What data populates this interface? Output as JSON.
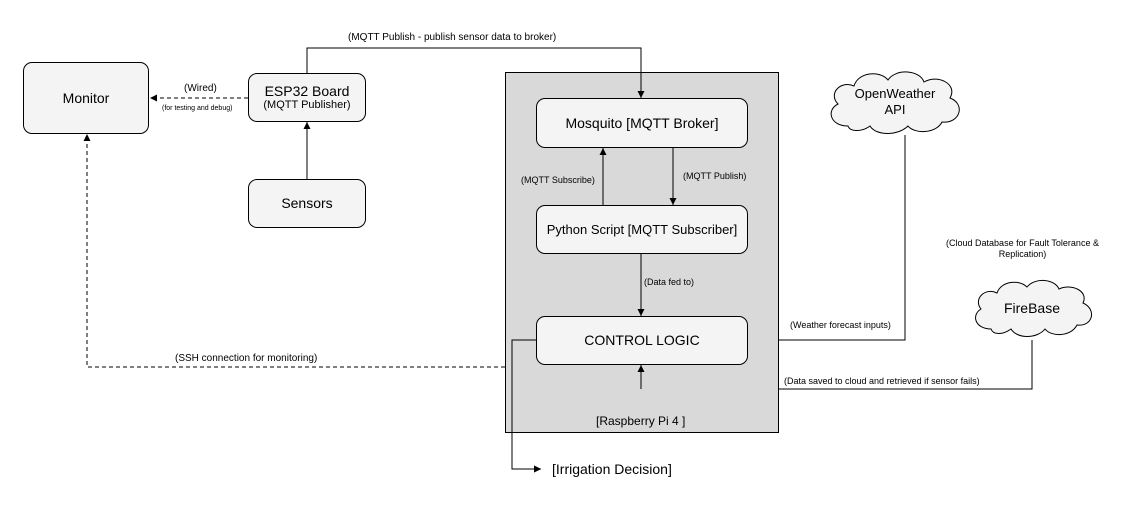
{
  "nodes": {
    "monitor": "Monitor",
    "esp32_title": "ESP32 Board",
    "esp32_sub": "(MQTT Publisher)",
    "sensors": "Sensors",
    "mosquito": "Mosquito [MQTT Broker]",
    "python_script": "Python Script [MQTT Subscriber]",
    "control_logic": "CONTROL LOGIC",
    "raspberry_pi": "[Raspberry Pi 4 ]",
    "irrigation_decision": "[Irrigation Decision]",
    "openweather_line1": "OpenWeather",
    "openweather_line2": "API",
    "firebase": "FireBase"
  },
  "edge_labels": {
    "mqtt_publish_top": "(MQTT Publish - publish sensor data to broker)",
    "wired": "(Wired)",
    "testing_debug": "(for testing and debug)",
    "mqtt_subscribe": "(MQTT Subscribe)",
    "mqtt_publish_inner": "(MQTT Publish)",
    "data_fed_to": "(Data fed to)",
    "weather_inputs": "(Weather forecast inputs)",
    "cloud_db_line1": "(Cloud Database for Fault Tolerance &",
    "cloud_db_line2": "Replication)",
    "data_saved": "(Data saved to cloud and retrieved if sensor fails)",
    "ssh": "(SSH connection for monitoring)"
  },
  "colors": {
    "box_fill": "#f4f4f4",
    "container_fill": "#d9d9d9",
    "stroke": "#000000"
  }
}
